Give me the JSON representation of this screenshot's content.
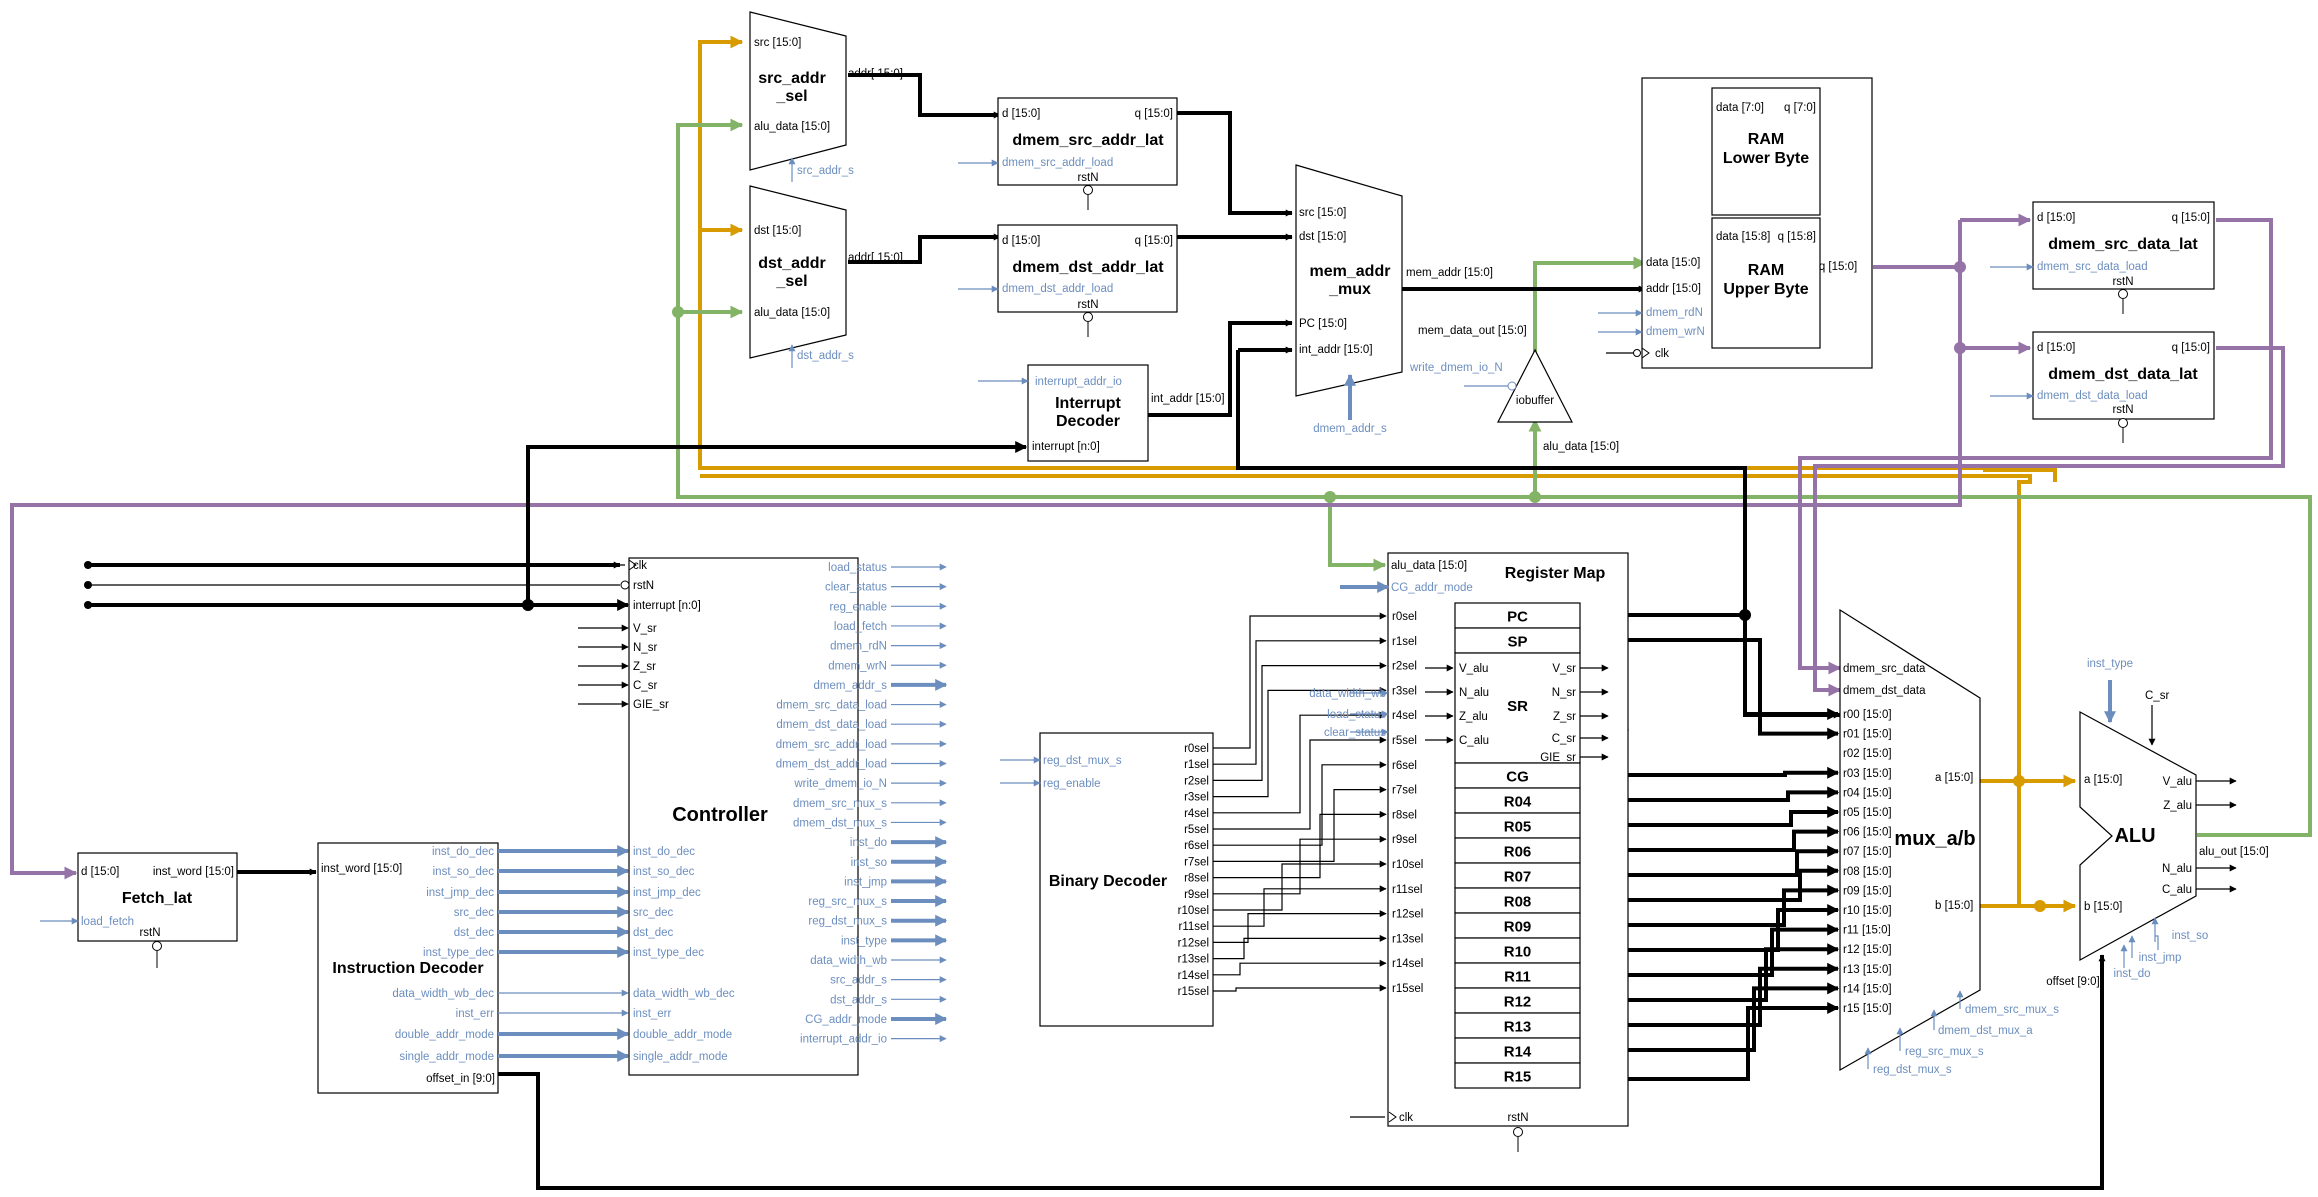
{
  "colors": {
    "black": "#000000",
    "blue": "#6c8ebf",
    "orange": "#d79b00",
    "green": "#82b366",
    "purple": "#9673a6"
  },
  "blocks": {
    "src_addr_sel": {
      "title": [
        "src_addr",
        "_sel"
      ],
      "in1": "src [15:0]",
      "in2": "alu_data [15:0]",
      "out": "addr[ 15:0]",
      "ctrl": "src_addr_s"
    },
    "dst_addr_sel": {
      "title": [
        "dst_addr",
        "_sel"
      ],
      "in1": "dst [15:0]",
      "in2": "alu_data [15:0]",
      "out": "addr[ 15:0]",
      "ctrl": "dst_addr_s"
    },
    "dmem_src_addr_lat": {
      "title": "dmem_src_addr_lat",
      "d": "d [15:0]",
      "q": "q [15:0]",
      "ctrl": "dmem_src_addr_load",
      "rst": "rstN"
    },
    "dmem_dst_addr_lat": {
      "title": "dmem_dst_addr_lat",
      "d": "d [15:0]",
      "q": "q [15:0]",
      "ctrl": "dmem_dst_addr_load",
      "rst": "rstN"
    },
    "interrupt_decoder": {
      "title": [
        "Interrupt",
        "Decoder"
      ],
      "ctrl": "interrupt_addr_io",
      "in": "interrupt [n:0]",
      "out": "int_addr [15:0]"
    },
    "mem_addr_mux": {
      "title": [
        "mem_addr",
        "_mux"
      ],
      "in1": "src [15:0]",
      "in2": "dst [15:0]",
      "in3": "PC [15:0]",
      "in4": "int_addr [15:0]",
      "out": "mem_addr [15:0]",
      "data_out": "mem_data_out [15:0]",
      "ctrl": "dmem_addr_s"
    },
    "iobuffer": {
      "title": "iobuffer",
      "ctrl": "write_dmem_io_N",
      "out": "alu_data [15:0]"
    },
    "ram": {
      "lower_title": [
        "RAM",
        "Lower Byte"
      ],
      "upper_title": [
        "RAM",
        "Upper Byte"
      ],
      "lower_d": "data [7:0]",
      "lower_q": "q [7:0]",
      "upper_d": "data [15:8]",
      "upper_q": "q [15:8]",
      "data": "data [15:0]",
      "addr": "addr [15:0]",
      "rd": "dmem_rdN",
      "wr": "dmem_wrN",
      "clk": "clk",
      "q": "q [15:0]"
    },
    "dmem_src_data_lat": {
      "title": "dmem_src_data_lat",
      "d": "d [15:0]",
      "q": "q [15:0]",
      "ctrl": "dmem_src_data_load",
      "rst": "rstN"
    },
    "dmem_dst_data_lat": {
      "title": "dmem_dst_data_lat",
      "d": "d [15:0]",
      "q": "q [15:0]",
      "ctrl": "dmem_dst_data_load",
      "rst": "rstN"
    },
    "fetch_lat": {
      "title": "Fetch_lat",
      "d": "d [15:0]",
      "q": "inst_word [15:0]",
      "ctrl": "load_fetch",
      "rst": "rstN"
    },
    "instruction_decoder": {
      "title": "Instruction Decoder",
      "in": "inst_word [15:0]",
      "offset": "offset_in [9:0]",
      "outs": [
        "inst_do_dec",
        "inst_so_dec",
        "inst_jmp_dec",
        "src_dec",
        "dst_dec",
        "inst_type_dec",
        "data_width_wb_dec",
        "inst_err",
        "double_addr_mode",
        "single_addr_mode"
      ]
    },
    "controller": {
      "title": "Controller",
      "left": [
        "clk",
        "rstN",
        "interrupt [n:0]",
        "V_sr",
        "N_sr",
        "Z_sr",
        "C_sr",
        "GIE_sr"
      ],
      "left_blue": [
        "inst_do_dec",
        "inst_so_dec",
        "inst_jmp_dec",
        "src_dec",
        "dst_dec",
        "inst_type_dec",
        "data_width_wb_dec",
        "inst_err",
        "double_addr_mode",
        "single_addr_mode"
      ],
      "right": [
        "load_status",
        "clear_status",
        "reg_enable",
        "load_fetch",
        "dmem_rdN",
        "dmem_wrN",
        "dmem_addr_s",
        "dmem_src_data_load",
        "dmem_dst_data_load",
        "dmem_src_addr_load",
        "dmem_dst_addr_load",
        "write_dmem_io_N",
        "dmem_src_mux_s",
        "dmem_dst_mux_s",
        "inst_do",
        "inst_so",
        "inst_jmp",
        "reg_src_mux_s",
        "reg_dst_mux_s",
        "inst_type",
        "data_width_wb",
        "src_addr_s",
        "dst_addr_s",
        "CG_addr_mode",
        "interrupt_addr_io"
      ]
    },
    "binary_decoder": {
      "title": "Binary Decoder",
      "in": [
        "reg_dst_mux_s",
        "reg_enable"
      ],
      "outs": [
        "r0sel",
        "r1sel",
        "r2sel",
        "r3sel",
        "r4sel",
        "r5sel",
        "r6sel",
        "r7sel",
        "r8sel",
        "r9sel",
        "r10sel",
        "r11sel",
        "r12sel",
        "r13sel",
        "r14sel",
        "r15sel"
      ]
    },
    "register_map": {
      "title": "Register Map",
      "alu_data": "alu_data [15:0]",
      "cg": "CG_addr_mode",
      "sels": [
        "r0sel",
        "r1sel",
        "r2sel",
        "r3sel",
        "r4sel",
        "r5sel",
        "r6sel",
        "r7sel",
        "r8sel",
        "r9sel",
        "r10sel",
        "r11sel",
        "r12sel",
        "r13sel",
        "r14sel",
        "r15sel"
      ],
      "side_in": [
        "data_width_wb",
        "load_status",
        "clear_status"
      ],
      "regs": [
        "PC",
        "SP",
        "SR",
        "CG",
        "R04",
        "R05",
        "R06",
        "R07",
        "R08",
        "R09",
        "R10",
        "R11",
        "R12",
        "R13",
        "R14",
        "R15"
      ],
      "sr_in": [
        "V_alu",
        "N_alu",
        "Z_alu",
        "C_alu"
      ],
      "sr_out": [
        "V_sr",
        "N_sr",
        "Z_sr",
        "C_sr",
        "GIE_sr"
      ],
      "clk": "clk",
      "rst": "rstN"
    },
    "mux_ab": {
      "title": "mux_a/b",
      "in": [
        "dmem_src_data",
        "dmem_dst_data",
        "r00 [15:0]",
        "r01 [15:0]",
        "r02 [15:0]",
        "r03 [15:0]",
        "r04 [15:0]",
        "r05 [15:0]",
        "r06 [15:0]",
        "r07 [15:0]",
        "r08 [15:0]",
        "r09 [15:0]",
        "r10 [15:0]",
        "r11 [15:0]",
        "r12 [15:0]",
        "r13 [15:0]",
        "r14 [15:0]",
        "r15 [15:0]"
      ],
      "a": "a [15:0]",
      "b": "b [15:0]",
      "ctrl": [
        "dmem_src_mux_s",
        "dmem_dst_mux_a",
        "reg_src_mux_s",
        "reg_dst_mux_s"
      ]
    },
    "alu": {
      "title": "ALU",
      "a": "a [15:0]",
      "b": "b [15:0]",
      "out": "alu_out [15:0]",
      "flags": [
        "V_alu",
        "Z_alu",
        "N_alu",
        "C_alu"
      ],
      "inst_type": "inst_type",
      "c_sr": "C_sr",
      "offset": "offset [9:0]",
      "ctrl": [
        "inst_so",
        "inst_jmp",
        "inst_do"
      ]
    }
  }
}
